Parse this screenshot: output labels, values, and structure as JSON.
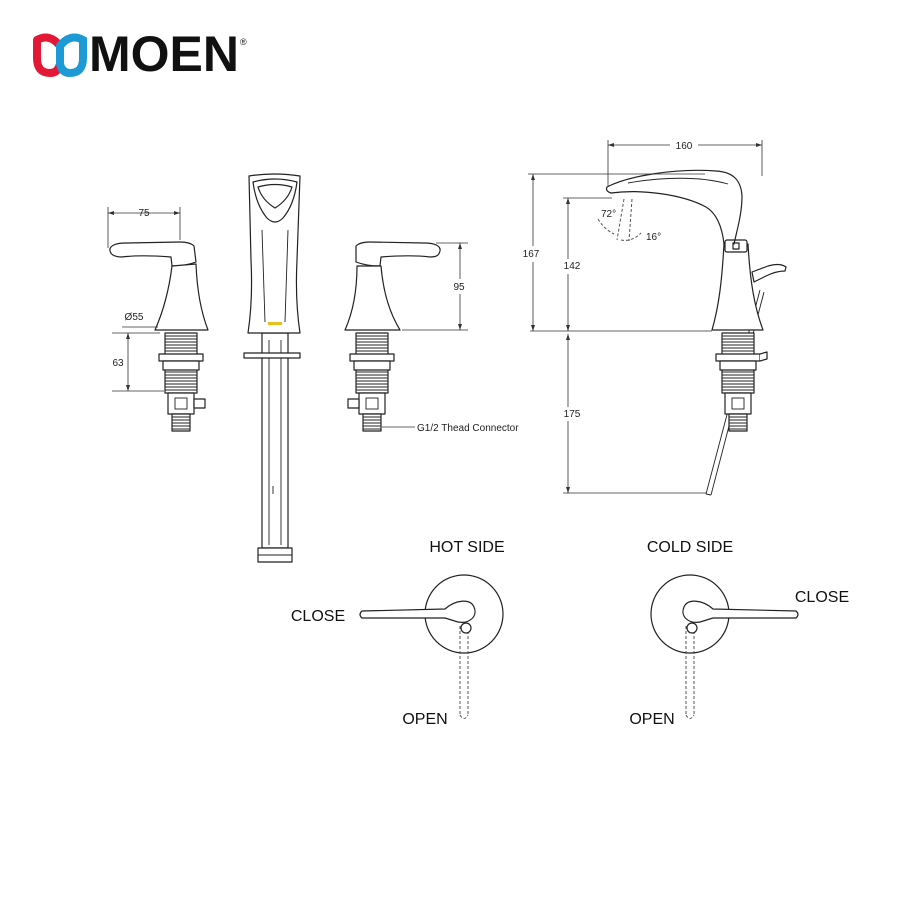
{
  "logo": {
    "brand": "MOEN",
    "registered": "®",
    "colors": {
      "red": "#e31837",
      "blue": "#1d9ad6"
    }
  },
  "dimensions": {
    "handle_width": "75",
    "handle_base_diameter": "Ø55",
    "shank_length": "63",
    "handle_height": "95",
    "spout_reach": "160",
    "spout_total_height": "167",
    "spout_outlet_height": "142",
    "stream_angle_a": "72°",
    "stream_angle_b": "16°",
    "below_deck_length": "175"
  },
  "connector_note": "G1/2 Thead Connector",
  "operation": {
    "hot": {
      "title": "HOT SIDE",
      "close": "CLOSE",
      "open": "OPEN"
    },
    "cold": {
      "title": "COLD SIDE",
      "close": "CLOSE",
      "open": "OPEN"
    }
  },
  "accent": {
    "label_mark": "#e8c020"
  }
}
